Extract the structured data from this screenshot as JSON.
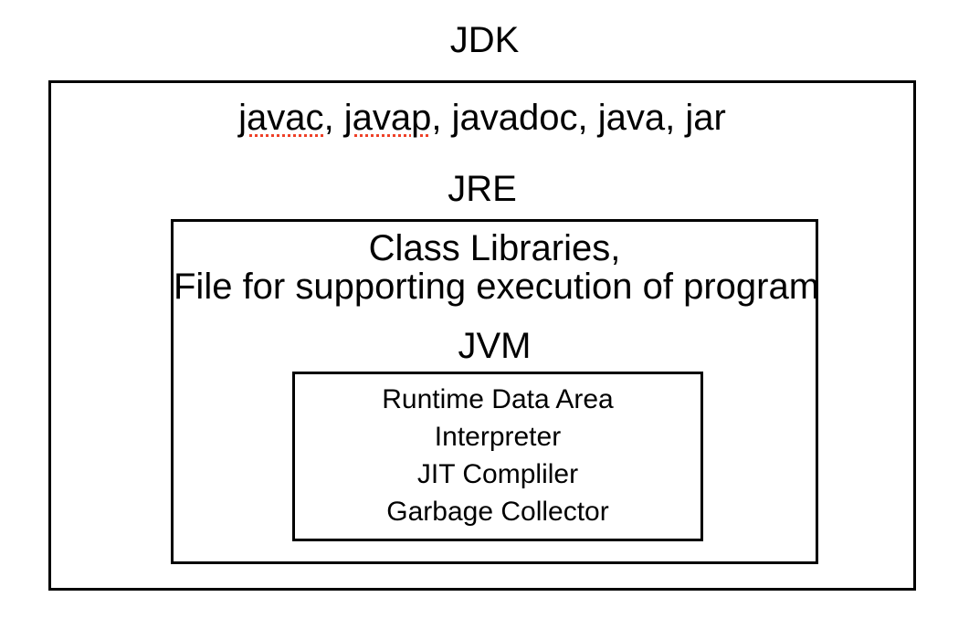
{
  "colors": {
    "background": "#ffffff",
    "text": "#000000",
    "border": "#000000",
    "spellcheck_underline": "#ee4128"
  },
  "diagram": {
    "title": "JDK",
    "jdk": {
      "tools": {
        "word1": "javac",
        "sep1": ", ",
        "word2": "javap",
        "sep2": ", ",
        "rest": "javadoc, java, jar"
      },
      "jre": {
        "label": "JRE",
        "description_line1": "Class Libraries,",
        "description_line2": "File for supporting execution of program",
        "jvm": {
          "label": "JVM",
          "components": [
            "Runtime Data Area",
            "Interpreter",
            "JIT Compliler",
            "Garbage Collector"
          ]
        }
      }
    }
  }
}
